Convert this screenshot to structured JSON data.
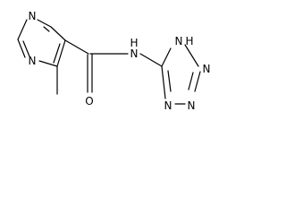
{
  "molecule": {
    "atom_labels": {
      "pyrazine_n_top": "N",
      "pyrazine_n_left": "N",
      "carbonyl_o": "O",
      "amide_n": "N",
      "amide_h": "H",
      "tetrazole_n1": "N",
      "tetrazole_n1_h": "H",
      "tetrazole_n2": "N",
      "tetrazole_n3": "N",
      "tetrazole_n4": "N"
    }
  }
}
